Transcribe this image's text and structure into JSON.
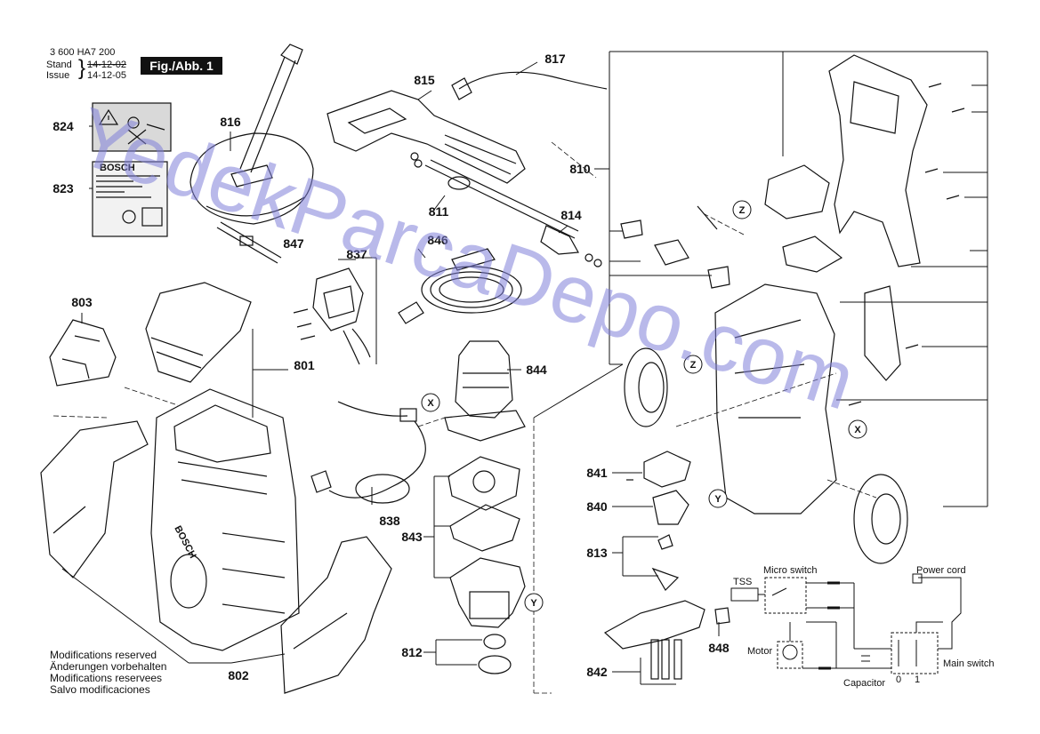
{
  "header": {
    "part_number": "3 600 HA7 200",
    "stand_label": "Stand",
    "issue_label": "Issue",
    "stand_date": "14-12-02",
    "issue_date": "14-12-05",
    "figure_label": "Fig./Abb. 1"
  },
  "callouts": [
    "824",
    "816",
    "815",
    "817",
    "810",
    "823",
    "811",
    "814",
    "847",
    "846",
    "837",
    "803",
    "801",
    "844",
    "838",
    "843",
    "841",
    "840",
    "813",
    "812",
    "842",
    "848",
    "802"
  ],
  "markers": [
    "Z",
    "Z",
    "X",
    "X",
    "Y",
    "Y"
  ],
  "wiring": {
    "micro_switch": "Micro switch",
    "tss": "TSS",
    "power_cord": "Power cord",
    "motor": "Motor",
    "main_switch": "Main switch",
    "capacitor": "Capacitor",
    "pos_0": "0",
    "pos_1": "1"
  },
  "label_brand": "BOSCH",
  "housing_brand": "BOSCH",
  "notes": [
    "Modifications reserved",
    "Änderungen vorbehalten",
    "Modifications reservees",
    "Salvo modificaciones"
  ],
  "watermark": "YedekParcaDepo.com",
  "colors": {
    "ink": "#111111",
    "watermark": "#8080d8"
  }
}
